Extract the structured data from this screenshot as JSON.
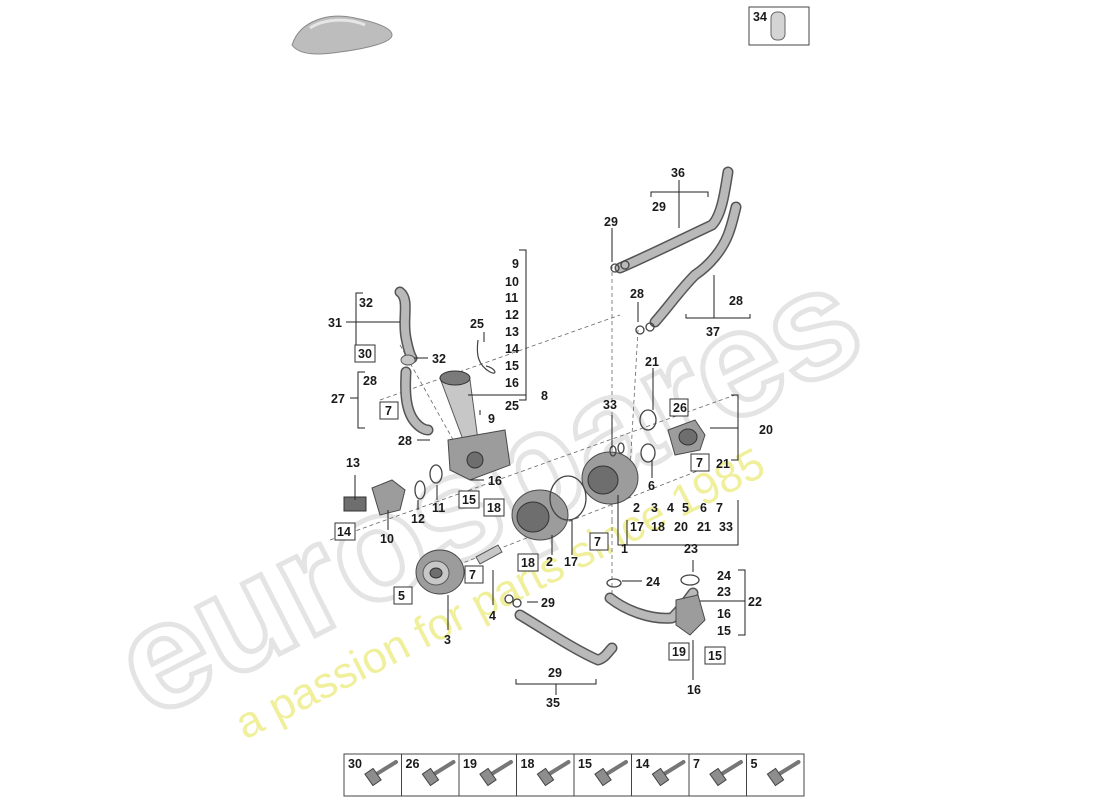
{
  "watermark": {
    "brand": "eurospares",
    "tagline": "a passion for parts since 1985"
  },
  "labels": {
    "l36": "36",
    "l29a": "29",
    "l29b": "29",
    "l28a": "28",
    "l28b": "28",
    "l37": "37",
    "l9a": "9",
    "l10a": "10",
    "l11a": "11",
    "l12a": "12",
    "l13a": "13",
    "l14a": "14",
    "l15a": "15",
    "l16a": "16",
    "l25a": "25",
    "l8": "8",
    "l32a": "32",
    "l31": "31",
    "l30": "30",
    "l32b": "32",
    "l25b": "25",
    "l28c": "28",
    "l27": "27",
    "l7a": "7",
    "l9b": "9",
    "l28d": "28",
    "l33": "33",
    "l21a": "21",
    "l26": "26",
    "l20": "20",
    "l7b": "7",
    "l21b": "21",
    "l6": "6",
    "l13b": "13",
    "l11b": "11",
    "l12b": "12",
    "l10b": "10",
    "l14b": "14",
    "l16b": "16",
    "l15b": "15",
    "l18a": "18",
    "l18b": "18",
    "l2": "2",
    "l17": "17",
    "l1": "1",
    "l7c": "7",
    "l7d": "7",
    "l5": "5",
    "l3": "3",
    "l4": "4",
    "l23a": "23",
    "l24a": "24",
    "l24b": "24",
    "l23b": "23",
    "l22": "22",
    "l16c": "16",
    "l15c": "15",
    "l19": "19",
    "l15d": "15",
    "l16d": "16",
    "l29c": "29",
    "l29d": "29",
    "l35": "35",
    "l34": "34"
  },
  "group_lists": {
    "right_col": [
      "9",
      "10",
      "11",
      "12",
      "13",
      "14",
      "15",
      "16",
      "25"
    ],
    "pump_row1": [
      "2",
      "3",
      "4",
      "5",
      "6",
      "7"
    ],
    "pump_row2": [
      "17",
      "18",
      "20",
      "21",
      "33"
    ],
    "flange_col": [
      "24",
      "23",
      "16",
      "15"
    ]
  },
  "fastener_strip": [
    "30",
    "26",
    "19",
    "18",
    "15",
    "14",
    "7",
    "5"
  ]
}
